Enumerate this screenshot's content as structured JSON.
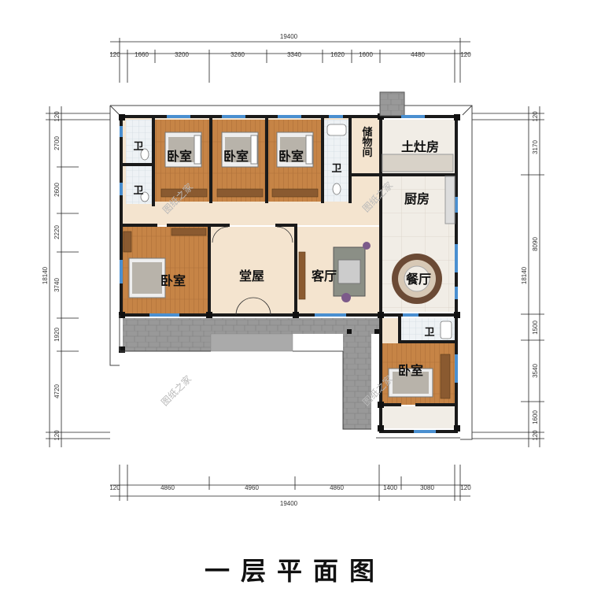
{
  "title": "一层平面图",
  "watermark": "图纸之家",
  "rooms": {
    "bath_1": "卫",
    "bath_2": "卫",
    "bedroom_1": "卧室",
    "bedroom_2": "卧室",
    "bedroom_3": "卧室",
    "bath_3": "卫",
    "storage": "储物间",
    "stove_room": "土灶房",
    "kitchen": "厨房",
    "bedroom_4": "卧室",
    "main_hall": "堂屋",
    "living_room": "客厅",
    "dining_room": "餐厅",
    "bath_4": "卫",
    "bedroom_5": "卧室"
  },
  "dimensions": {
    "top_total": "19400",
    "top": [
      "120",
      "1660",
      "3200",
      "3260",
      "3340",
      "1620",
      "1600",
      "4480",
      "120"
    ],
    "bottom_total": "19400",
    "bottom": [
      "120",
      "4860",
      "4960",
      "4860",
      "1400",
      "3080",
      "120"
    ],
    "left_total": "18140",
    "left": [
      "120",
      "2700",
      "2600",
      "2220",
      "3740",
      "1920",
      "4720",
      "120"
    ],
    "right_total": "18140",
    "right": [
      "120",
      "3170",
      "8090",
      "1500",
      "3540",
      "1600",
      "120"
    ]
  },
  "colors": {
    "wall": "#1a1a1a",
    "floor_corridor": "#f3e3cf",
    "floor_bedroom": "#c9894a",
    "floor_tile": "#f1ede6",
    "terrace": "#9a9a9a",
    "window": "#4a8fd0"
  }
}
